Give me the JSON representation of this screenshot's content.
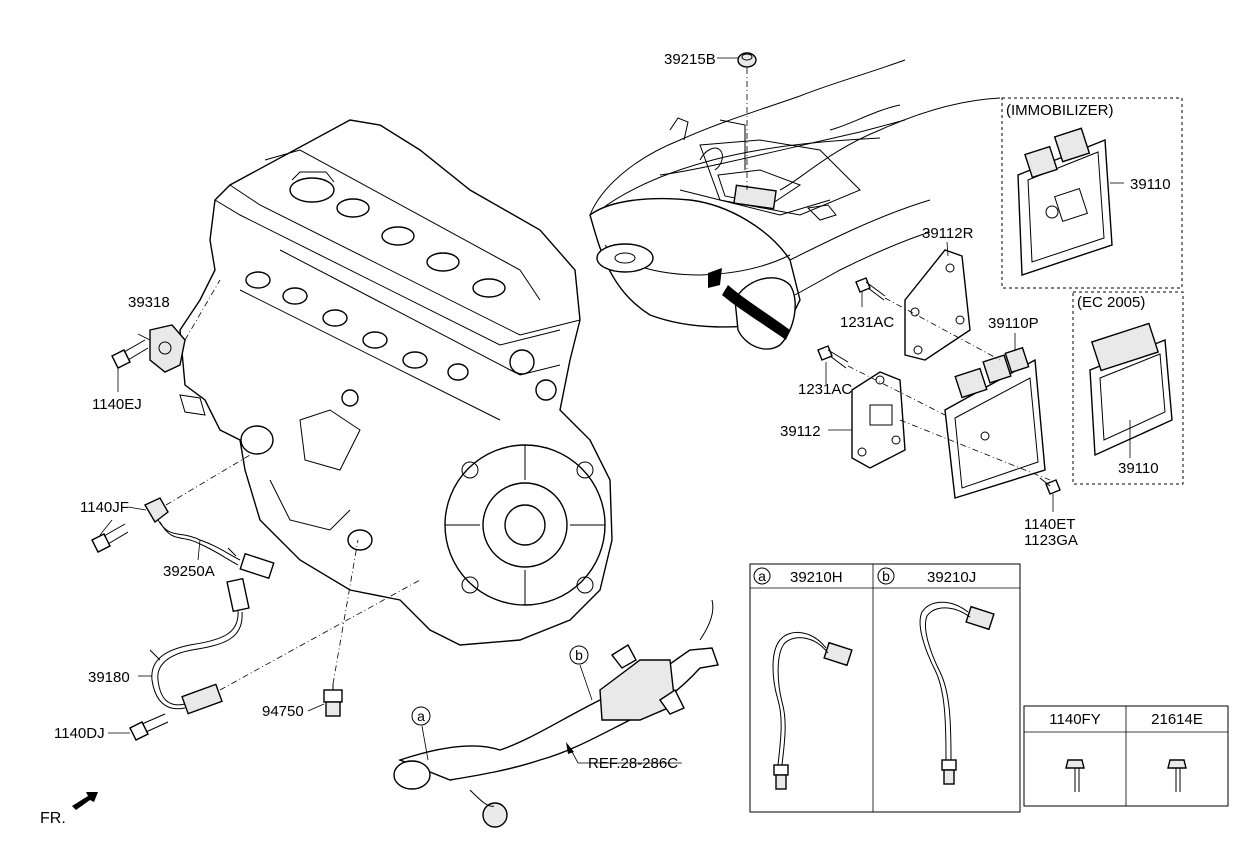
{
  "labels": {
    "p39215B": "39215B",
    "p39318": "39318",
    "p1140EJ": "1140EJ",
    "p1140JF": "1140JF",
    "p39250A": "39250A",
    "p39180": "39180",
    "p1140DJ": "1140DJ",
    "p94750": "94750",
    "p39112R": "39112R",
    "p1231AC_a": "1231AC",
    "p39110P": "39110P",
    "p1231AC_b": "1231AC",
    "p39112": "39112",
    "p1140ET": "1140ET",
    "p1123GA": "1123GA",
    "immobilizer_title": "(IMMOBILIZER)",
    "immobilizer_part": "39110",
    "ec2005_title": "(EC 2005)",
    "ec2005_part": "39110",
    "ref": "REF.28-286C",
    "callout_a": "a",
    "callout_b": "b",
    "fr": "FR."
  },
  "sensor_table": {
    "columns": [
      {
        "marker": "a",
        "part": "39210H"
      },
      {
        "marker": "b",
        "part": "39210J"
      }
    ]
  },
  "fastener_table": {
    "columns": [
      "1140FY",
      "21614E"
    ]
  }
}
